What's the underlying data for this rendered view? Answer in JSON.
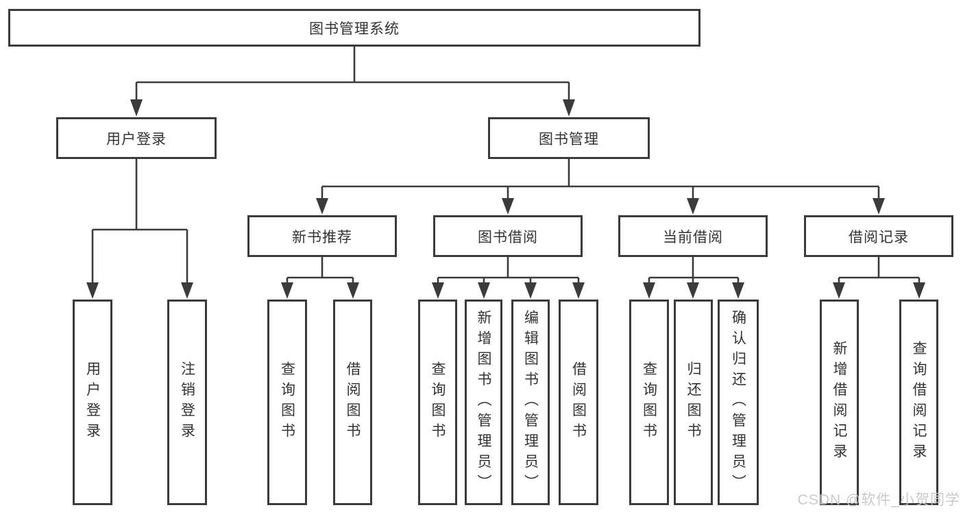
{
  "diagram": {
    "root": {
      "label": "图书管理系统"
    },
    "level2": {
      "user_login": {
        "label": "用户登录"
      },
      "book_mgmt": {
        "label": "图书管理"
      }
    },
    "level3": {
      "new_book_rec": {
        "label": "新书推荐"
      },
      "book_borrow": {
        "label": "图书借阅"
      },
      "current_borrow": {
        "label": "当前借阅"
      },
      "borrow_records": {
        "label": "借阅记录"
      }
    },
    "leaves": {
      "user_login": {
        "label": "用户登录"
      },
      "logout": {
        "label": "注销登录"
      },
      "nb_query_books": {
        "label": "查询图书"
      },
      "nb_borrow_books": {
        "label": "借阅图书"
      },
      "bb_query_books": {
        "label": "查询图书"
      },
      "bb_add_books": {
        "label": "新增图书（管理员）"
      },
      "bb_edit_books": {
        "label": "编辑图书（管理员）"
      },
      "bb_borrow_books": {
        "label": "借阅图书"
      },
      "cb_query_books": {
        "label": "查询图书"
      },
      "cb_return_books": {
        "label": "归还图书"
      },
      "cb_confirm_return": {
        "label": "确认归还（管理员）"
      },
      "br_add_record": {
        "label": "新增借阅记录"
      },
      "br_query_record": {
        "label": "查询借阅记录"
      }
    },
    "watermark": "CSDN @软件_小贺同学",
    "colors": {
      "line": "#3b3b3b",
      "box_border": "#3b3b3b",
      "box_fill": "#ffffff",
      "text": "#333333",
      "watermark": "#c7c7c7",
      "background": "#ffffff"
    }
  }
}
